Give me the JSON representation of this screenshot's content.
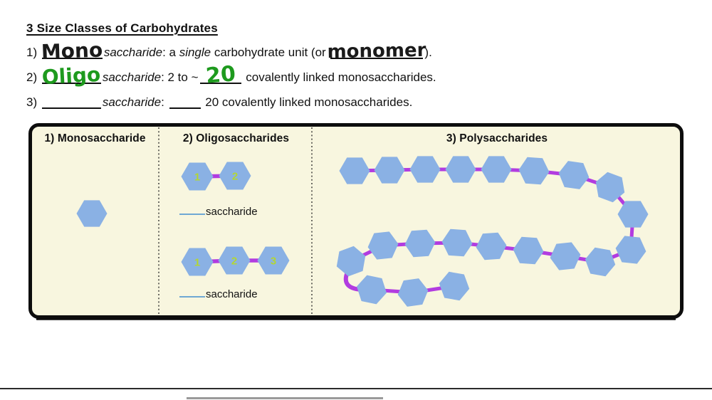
{
  "page": {
    "title": "3 Size Classes of Carbohydrates"
  },
  "colors": {
    "ink": "#111111",
    "hand_black": "#1a1a1a",
    "hand_green": "#1e9a1e",
    "box_bg": "#f8f6df",
    "box_border": "#0d0d0d",
    "hexagon_blue": "#8ab1e4",
    "link_purple": "#b23ce0",
    "unit_number_green": "#b3d633",
    "caption_blank_blue": "#6fa8d4"
  },
  "lines": [
    {
      "segments": [
        {
          "t": "1) "
        },
        {
          "t": "Mono",
          "kind": "hand",
          "color": "#1a1a1a",
          "w": 85,
          "fs": 28,
          "rot": -2
        },
        {
          "t": "saccharide",
          "kind": "italic"
        },
        {
          "t": ": a "
        },
        {
          "t": "single",
          "kind": "italic"
        },
        {
          "t": " carbohydrate unit (or "
        },
        {
          "t": "monomer",
          "kind": "hand",
          "color": "#1a1a1a",
          "w": 130,
          "fs": 26,
          "rot": -1
        },
        {
          "t": ")."
        }
      ]
    },
    {
      "segments": [
        {
          "t": "2) "
        },
        {
          "t": "Oligo",
          "kind": "hand",
          "color": "#1e9a1e",
          "w": 83,
          "fs": 28,
          "rot": -3
        },
        {
          "t": "saccharide",
          "kind": "italic"
        },
        {
          "t": ": 2 to ~"
        },
        {
          "t": "20",
          "kind": "hand",
          "color": "#1e9a1e",
          "w": 58,
          "fs": 30,
          "rot": -5
        },
        {
          "t": " covalently linked monosaccharides."
        }
      ]
    },
    {
      "segments": [
        {
          "t": "3) "
        },
        {
          "t": "",
          "kind": "blank",
          "w": 83
        },
        {
          "t": "saccharide",
          "kind": "italic"
        },
        {
          "t": ": "
        },
        {
          "t": "",
          "kind": "blank",
          "w": 44
        },
        {
          "t": " 20 covalently linked monosaccharides."
        }
      ]
    }
  ],
  "diagram": {
    "sections": [
      {
        "label": "1) Monosaccharide"
      },
      {
        "label": "2) Oligosaccharides"
      },
      {
        "label": "3) Polysaccharides"
      }
    ],
    "monosaccharide_units": 1,
    "oligos": [
      {
        "units": [
          "1",
          "2"
        ],
        "caption": "saccharide"
      },
      {
        "units": [
          "1",
          "2",
          "3"
        ],
        "caption": "saccharide"
      }
    ],
    "poly_unit_count": 21
  }
}
